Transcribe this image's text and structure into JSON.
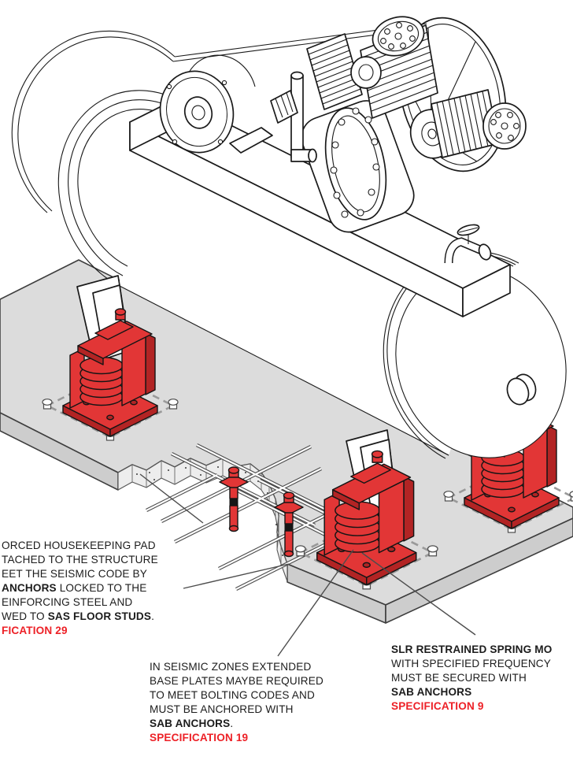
{
  "colors": {
    "text": "#1c1c1c",
    "spec_red": "#ed2127",
    "mount_red": "#e23636",
    "mount_red_dark": "#b22424",
    "outline": "#1a1a1a",
    "pad_gray": "#dcdcdc",
    "pad_gray_side": "#cdcdcd",
    "pad_edge": "#3e3e3e",
    "dash_gray": "#9a9a9a",
    "concrete_break": "#ededed",
    "rebar": "#4a4a4a",
    "leader": "#4d4d4d"
  },
  "annotations": {
    "left": {
      "lines": [
        {
          "segs": [
            {
              "t": "ORCED HOUSEKEEPING PAD"
            }
          ]
        },
        {
          "segs": [
            {
              "t": "TACHED TO THE STRUCTURE"
            }
          ]
        },
        {
          "segs": [
            {
              "t": "EET THE SEISMIC CODE BY"
            }
          ]
        },
        {
          "segs": [
            {
              "t": "ANCHORS"
            },
            {
              "t": " LOCKED TO THE"
            }
          ]
        },
        {
          "segs": [
            {
              "t": "EINFORCING STEEL AND"
            }
          ]
        },
        {
          "segs": [
            {
              "t": "WED TO "
            },
            {
              "t": "SAS FLOOR STUDS"
            },
            {
              "t": "."
            }
          ]
        }
      ],
      "spec": "FICATION 29"
    },
    "middle": {
      "lines": [
        {
          "segs": [
            {
              "t": "IN SEISMIC ZONES EXTENDED"
            }
          ]
        },
        {
          "segs": [
            {
              "t": "BASE PLATES MAYBE REQUIRED"
            }
          ]
        },
        {
          "segs": [
            {
              "t": "TO MEET BOLTING CODES AND"
            }
          ]
        },
        {
          "segs": [
            {
              "t": "MUST BE ANCHORED WITH"
            }
          ]
        },
        {
          "segs": [
            {
              "t": "SAB ANCHORS"
            },
            {
              "t": "."
            }
          ]
        }
      ],
      "spec": "SPECIFICATION 19"
    },
    "right": {
      "lines": [
        {
          "segs": [
            {
              "t": "SLR RESTRAINED SPRING MO"
            }
          ]
        },
        {
          "segs": [
            {
              "t": "WITH SPECIFIED FREQUENCY"
            }
          ]
        },
        {
          "segs": [
            {
              "t": "MUST BE SECURED WITH"
            }
          ]
        },
        {
          "segs": [
            {
              "t": "SAB ANCHORS"
            }
          ]
        }
      ],
      "spec": "SPECIFICATION 9"
    }
  }
}
